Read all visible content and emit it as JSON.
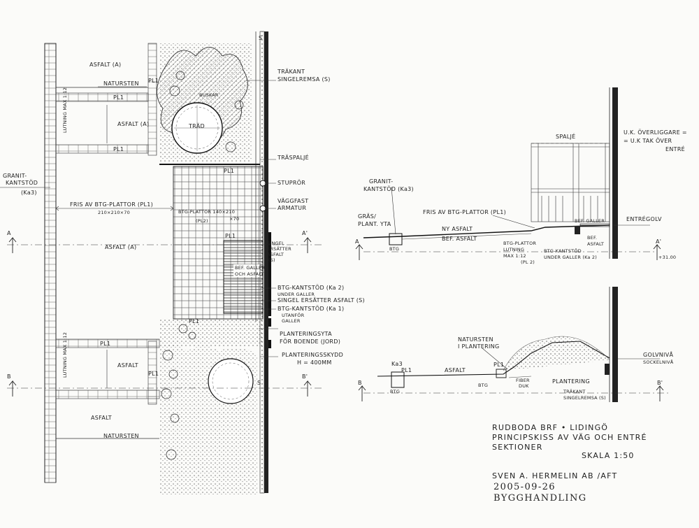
{
  "plan": {
    "asfalt_a_top": "ASFALT (A)",
    "natursten_top": "NATURSTEN",
    "pl1_a": "PL1",
    "pl1_b": "PL1",
    "pl1_c": "PL1",
    "pl1_d": "PL1",
    "pl1_e": "PL1",
    "pl1_f": "PL1",
    "pl1_g": "PL1",
    "pl1_h": "PL1",
    "lutning_top": "LUTNING MAX 1:12",
    "asfalt_a_mid": "ASFALT (A)",
    "buskar": "BUSKAR",
    "trad": "TRÄD",
    "trakant": "TRÄKANT",
    "singelremsa": "SINGELREMSA (S)",
    "traspalje": "TRÄSPALJÉ",
    "granit": "GRANIT-",
    "kantstod": "KANTSTÖD",
    "ka3": "(Ka3)",
    "stupror": "STUPRÖR",
    "vaggfast": "VÄGGFAST",
    "armatur": "ARMATUR",
    "fris": "FRIS AV BTG-PLATTOR (PL1)",
    "fris_dim": "210×210×70",
    "btgplattor": "BTG-PLATTOR 140×210",
    "btgplattor_dim": "×70",
    "pl2": "(PL2)",
    "asfalt_big": "ASFALT (A)",
    "singel1": "SINGEL",
    "singel2": "ERSÄTTER",
    "singel3": "ASFALT",
    "singel4": "(S)",
    "bef_galler": "BEF. GALLER",
    "och_asfalt": "OCH ASFALT",
    "btg_kantstod_ka2": "BTG-KANTSTÖD (Ka 2)",
    "under_galler": "UNDER GALLER",
    "singel_ersatter": "SINGEL ERSÄTTER ASFALT (S)",
    "btg_kantstod_ka1": "BTG-KANTSTÖD (Ka 1)",
    "utanfor": "UTANFÖR",
    "galler": "GALLER",
    "planteringsyta": "PLANTERINGSYTA",
    "for_boende": "FÖR BOENDE (JORD)",
    "planteringsskydd": "PLANTERINGSSKYDD",
    "h400": "H = 400MM",
    "lutning_bot": "LUTNING MAX 1:12",
    "asfalt_bot": "ASFALT",
    "asfalt_bot2": "ASFALT",
    "natursten_bot": "NATURSTEN",
    "sec_a": "A",
    "sec_a2": "A'",
    "sec_b": "B",
    "sec_b2": "B'",
    "s_mark1": "S",
    "s_mark2": "S"
  },
  "section_a": {
    "spalje": "SPALJÉ",
    "uk1": "U.K. ÖVERLIGGARE =",
    "uk2": "= U.K TAK ÖVER",
    "uk3": "ENTRÉ",
    "granit": "GRANIT-",
    "kantstod": "KANTSTÖD (Ka3)",
    "gras": "GRÄS/",
    "plant": "PLANT. YTA",
    "fris": "FRIS AV BTG-PLATTOR (PL1)",
    "ny_asfalt": "NY ASFALT",
    "bef_asfalt": "BEF. ASFALT",
    "btg": "BTG",
    "btgplattor": "BTG-PLATTOR",
    "lutning": "LUTNING",
    "max": "MAX 1:12",
    "pl2": "(PL 2)",
    "btg_kantstod": "BTG-KANTSTÖD",
    "under_galler": "UNDER GALLER (Ka 2)",
    "bef_galler": "BEF. GALLER",
    "bef_asfalt2": "BEF.",
    "asfalt2": "ASFALT",
    "entregolv": "ENTRÉGOLV",
    "level": "+31.00",
    "a": "A",
    "a2": "A'"
  },
  "section_b": {
    "natursten": "NATURSTEN",
    "i_plantering": "I PLANTERING",
    "golvniva": "GOLVNIVÅ",
    "sockelniva": "SOCKELNIVÅ",
    "ka3": "Ka3",
    "pl1": "PL1",
    "asfalt": "ASFALT",
    "pl1b": "PL1",
    "btg": "BTG",
    "btg2": "BTG",
    "fiber": "FIBER",
    "duk": "DUK",
    "plantering": "PLANTERING",
    "trakant": "TRÄKANT",
    "singelremsa": "SINGELREMSA (S)",
    "b": "B",
    "b2": "B'"
  },
  "titleblock": {
    "line1": "RUDBODA BRF  •  LIDINGÖ",
    "line2": "PRINCIPSKISS  AV VÄG OCH ENTRÉ",
    "line3": "SEKTIONER",
    "scale": "SKALA 1:50",
    "firm": "SVEN A. HERMELIN AB /AFT",
    "date": "2005-09-26",
    "status": "BYGGHANDLING"
  }
}
